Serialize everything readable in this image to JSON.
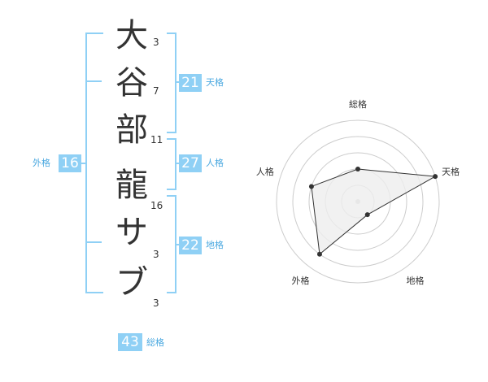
{
  "name": {
    "characters": [
      {
        "char": "大",
        "strokes": "3"
      },
      {
        "char": "谷",
        "strokes": "7"
      },
      {
        "char": "部",
        "strokes": "11"
      },
      {
        "char": "龍",
        "strokes": "16"
      },
      {
        "char": "サ",
        "strokes": "3"
      },
      {
        "char": "ブ",
        "strokes": "3"
      }
    ]
  },
  "kakusu": {
    "tenkaku": {
      "value": "21",
      "label": "天格"
    },
    "jinkaku": {
      "value": "27",
      "label": "人格"
    },
    "chikaku": {
      "value": "22",
      "label": "地格"
    },
    "gaikaku": {
      "value": "16",
      "label": "外格"
    },
    "soukaku": {
      "value": "43",
      "label": "総格"
    }
  },
  "chart_data": {
    "type": "radar",
    "axes": [
      "総格",
      "天格",
      "地格",
      "外格",
      "人格"
    ],
    "values": [
      2,
      5,
      1,
      4,
      3
    ],
    "max": 5,
    "rings": 5,
    "colors": {
      "fill": "#eeeeee",
      "line": "#333333",
      "grid": "#cccccc",
      "center": "#cccccc"
    }
  },
  "colors": {
    "accent": "#8fd0f5",
    "accent_text": "#4aa8e0"
  }
}
